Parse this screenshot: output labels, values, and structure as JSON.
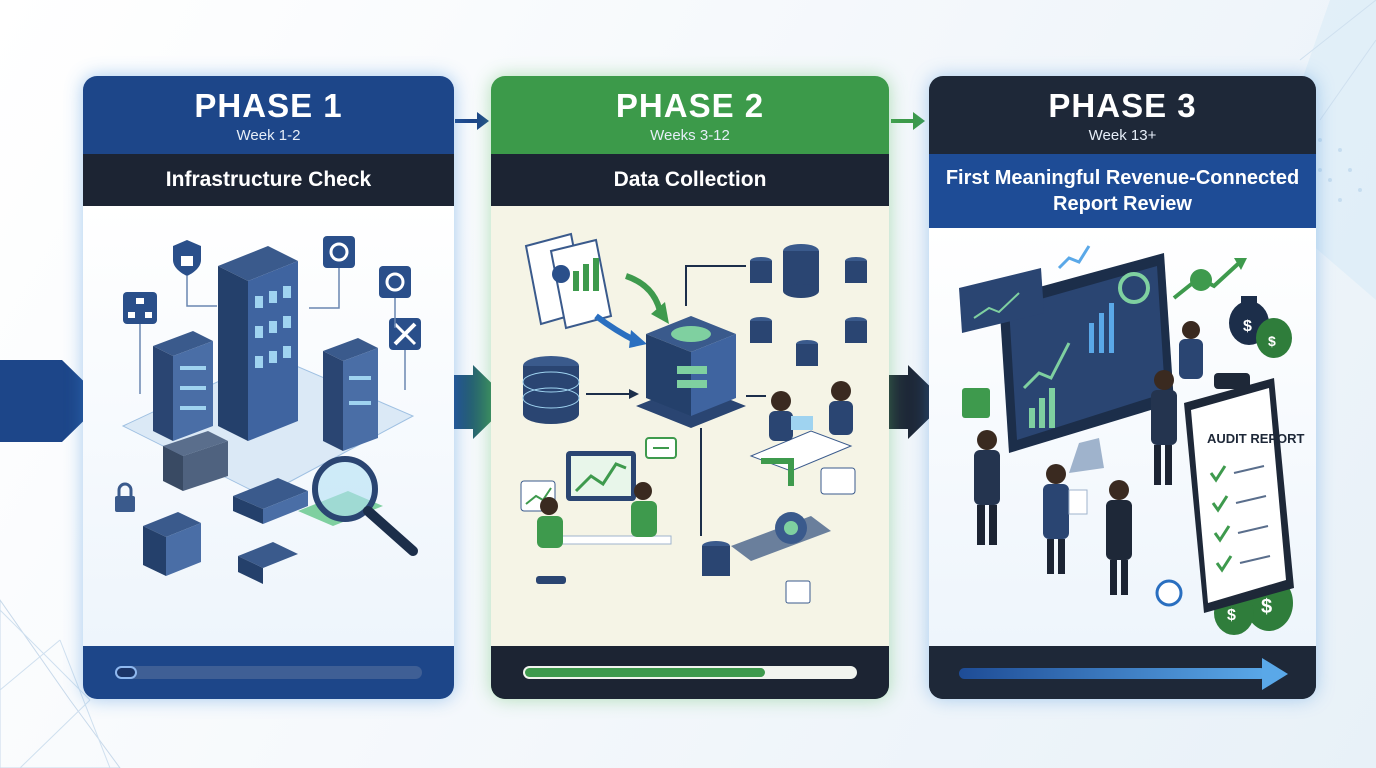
{
  "phases": [
    {
      "title": "PHASE 1",
      "weeks": "Week 1-2",
      "stage": "Infrastructure Check",
      "progress": 0.06,
      "color": "#1d4689",
      "icons": [
        "security-lock-icon",
        "network-hierarchy-icon",
        "settings-gear-icon",
        "tools-wrench-icon",
        "server-rack-icon",
        "firewall-icon",
        "magnifier-icon",
        "router-icon"
      ]
    },
    {
      "title": "PHASE 2",
      "weeks": "Weeks 3-12",
      "stage": "Data Collection",
      "progress": 0.72,
      "color": "#3c9a4a",
      "icons": [
        "document-icon",
        "database-icon",
        "central-server-icon",
        "analyst-workstation-icon",
        "data-pipeline-icon",
        "chat-bubble-icon"
      ]
    },
    {
      "title": "PHASE 3",
      "weeks": "Week 13+",
      "stage": "First Meaningful Revenue-Connected Report Review",
      "progress": 1.0,
      "color": "#1e2838",
      "icons": [
        "dashboard-monitor-icon",
        "money-bag-icon",
        "dollar-coin-icon",
        "growth-chart-icon",
        "audit-clipboard-icon",
        "team-people-icon"
      ]
    }
  ],
  "audit_report_label": "AUDIT REPORT"
}
